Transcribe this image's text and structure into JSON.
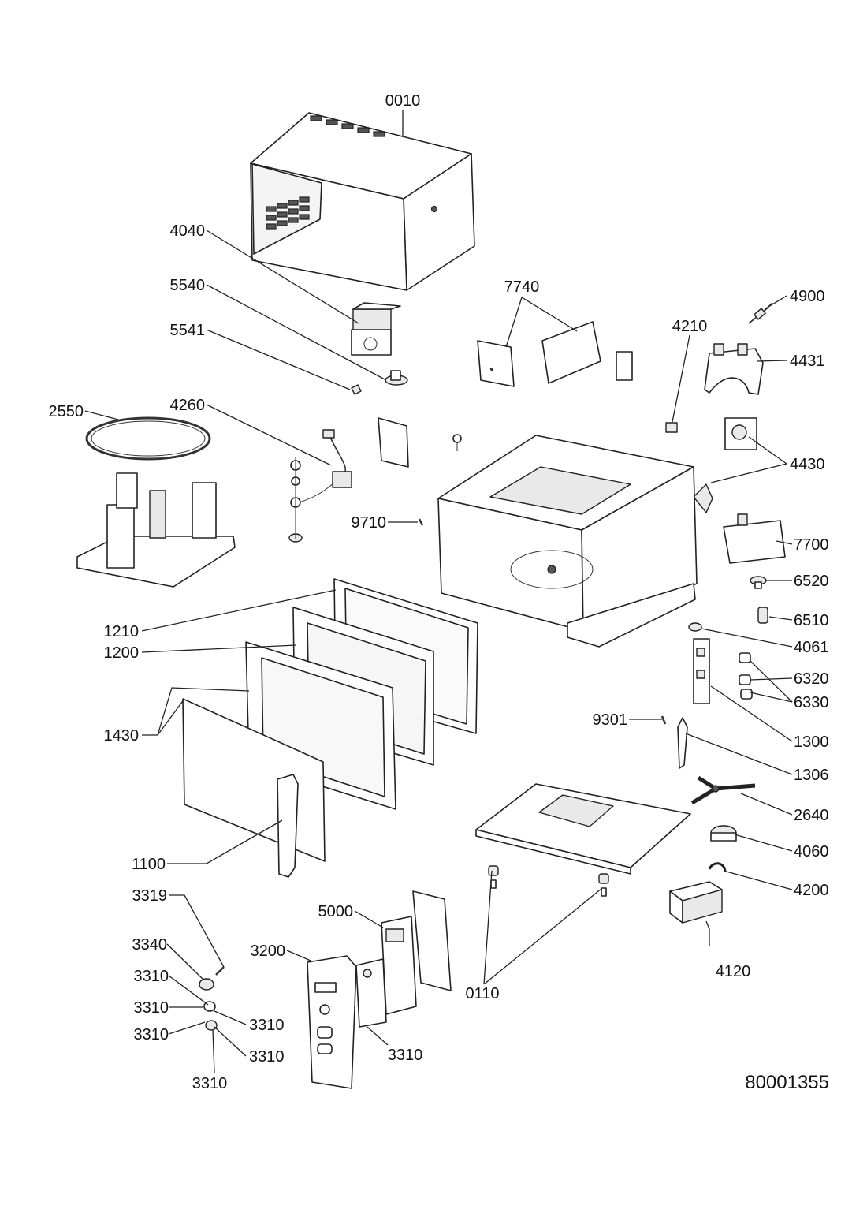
{
  "diagram": {
    "document_number": "80001355",
    "callouts": [
      {
        "id": "0010",
        "text": "0010"
      },
      {
        "id": "4040",
        "text": "4040"
      },
      {
        "id": "5540",
        "text": "5540"
      },
      {
        "id": "5541",
        "text": "5541"
      },
      {
        "id": "7740",
        "text": "7740"
      },
      {
        "id": "4900",
        "text": "4900"
      },
      {
        "id": "4210",
        "text": "4210"
      },
      {
        "id": "4431",
        "text": "4431"
      },
      {
        "id": "2550",
        "text": "2550"
      },
      {
        "id": "4260",
        "text": "4260"
      },
      {
        "id": "4430",
        "text": "4430"
      },
      {
        "id": "9710",
        "text": "9710"
      },
      {
        "id": "7700",
        "text": "7700"
      },
      {
        "id": "6520",
        "text": "6520"
      },
      {
        "id": "1210",
        "text": "1210"
      },
      {
        "id": "6510",
        "text": "6510"
      },
      {
        "id": "1200",
        "text": "1200"
      },
      {
        "id": "4061",
        "text": "4061"
      },
      {
        "id": "6320",
        "text": "6320"
      },
      {
        "id": "6330",
        "text": "6330"
      },
      {
        "id": "9301",
        "text": "9301"
      },
      {
        "id": "1430",
        "text": "1430"
      },
      {
        "id": "1300",
        "text": "1300"
      },
      {
        "id": "1306",
        "text": "1306"
      },
      {
        "id": "2640",
        "text": "2640"
      },
      {
        "id": "4060",
        "text": "4060"
      },
      {
        "id": "1100",
        "text": "1100"
      },
      {
        "id": "4200",
        "text": "4200"
      },
      {
        "id": "3319",
        "text": "3319"
      },
      {
        "id": "5000",
        "text": "5000"
      },
      {
        "id": "3340",
        "text": "3340"
      },
      {
        "id": "3200",
        "text": "3200"
      },
      {
        "id": "4120",
        "text": "4120"
      },
      {
        "id": "3310a",
        "text": "3310"
      },
      {
        "id": "0110",
        "text": "0110"
      },
      {
        "id": "3310b",
        "text": "3310"
      },
      {
        "id": "3310c",
        "text": "3310"
      },
      {
        "id": "3310d",
        "text": "3310"
      },
      {
        "id": "3310e",
        "text": "3310"
      },
      {
        "id": "3310f",
        "text": "3310"
      },
      {
        "id": "3310g",
        "text": "3310"
      }
    ]
  }
}
